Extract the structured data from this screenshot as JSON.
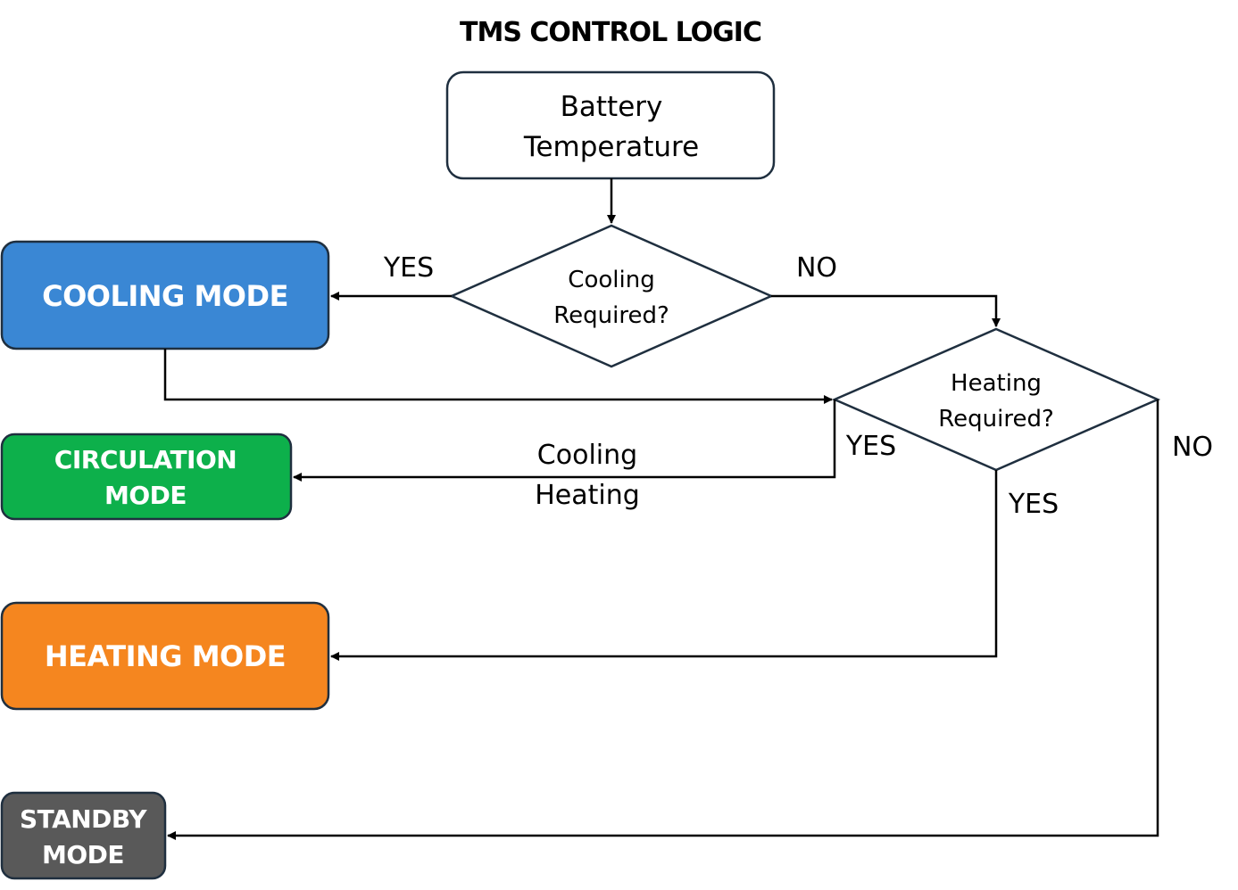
{
  "title": "TMS CONTROL LOGIC",
  "nodes": {
    "battery": {
      "line1": "Battery",
      "line2": "Temperature"
    },
    "cooling_decision": {
      "line1": "Cooling",
      "line2": "Required?"
    },
    "heating_decision": {
      "line1": "Heating",
      "line2": "Required?"
    },
    "cooling_mode": {
      "label": "COOLING MODE",
      "color": "#3a87d4"
    },
    "circulation_mode": {
      "line1": "CIRCULATION",
      "line2": "MODE",
      "color": "#0db04b"
    },
    "heating_mode": {
      "label": "HEATING MODE",
      "color": "#f5861f"
    },
    "standby_mode": {
      "line1": "STANDBY",
      "line2": "MODE",
      "color": "#595959"
    }
  },
  "edge_labels": {
    "cooling_yes": "YES",
    "cooling_no": "NO",
    "heating_yes_left": "YES",
    "heating_yes_down": "YES",
    "heating_no": "NO",
    "circulation_line1": "Cooling",
    "circulation_line2": "Heating"
  },
  "colors": {
    "stroke": "#1f2f3f",
    "edge": "#000000"
  }
}
